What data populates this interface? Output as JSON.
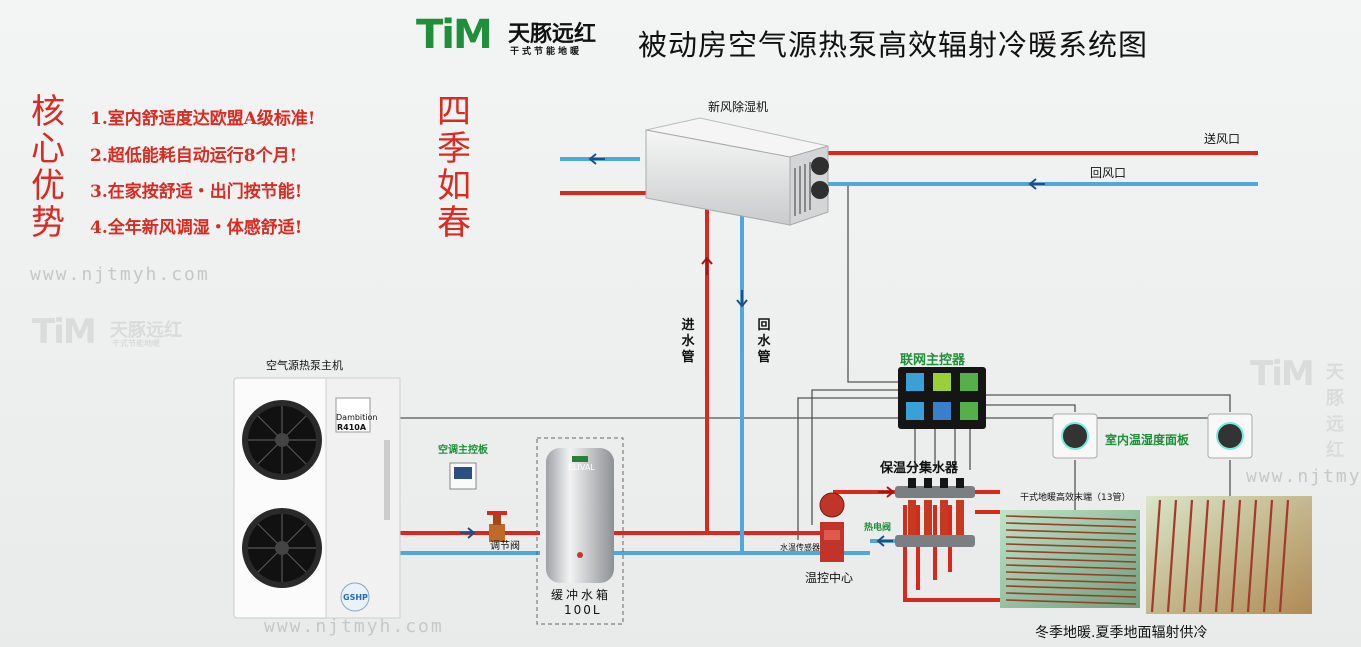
{
  "header": {
    "logo_mark": "TiM",
    "logo_cn": "天豚远红",
    "logo_sub": "干式节能地暖",
    "title": "被动房空气源热泵高效辐射冷暖系统图"
  },
  "core": {
    "heading": "核心优势",
    "items": [
      "1.室内舒适度达欧盟A级标准!",
      "2.超低能耗自动运行8个月!",
      "3.在家按舒适・出门按节能!",
      "4.全年新风调湿・体感舒适!"
    ],
    "slogan": "四季如春"
  },
  "watermarks": {
    "url": "www.njtmyh.com",
    "url_clipped": "www.njtmy",
    "logo_mark": "TiM",
    "logo_cn": "天豚远红",
    "logo_sub": "干式节能地暖"
  },
  "labels": {
    "dehumidifier": "新风除湿机",
    "supply_air": "送风口",
    "return_air": "回风口",
    "inlet_pipe": "进水管",
    "return_pipe": "回水管",
    "heat_pump_unit": "空气源热泵主机",
    "brand": "Dambition",
    "refrigerant": "R410A",
    "gshp": "GSHP",
    "ac_panel": "空调主控板",
    "valve": "调节阀",
    "tank_name": "缓冲水箱",
    "tank_volume": "100L",
    "tank_brand": "ELIVAL",
    "network_controller": "联网主控器",
    "manifold": "保温分集水器",
    "thermo_panel": "室内温湿度面板",
    "floor_end": "干式地暖高效末端（13管）",
    "thermal_valve": "热电阀",
    "water_sensor": "水温传感器",
    "temp_center": "温控中心",
    "caption": "冬季地暖.夏季地面辐射供冷"
  },
  "colors": {
    "hot": "#d9291f",
    "cold": "#4ea7de",
    "accent": "#d92b22",
    "green": "#1f8f3a"
  }
}
